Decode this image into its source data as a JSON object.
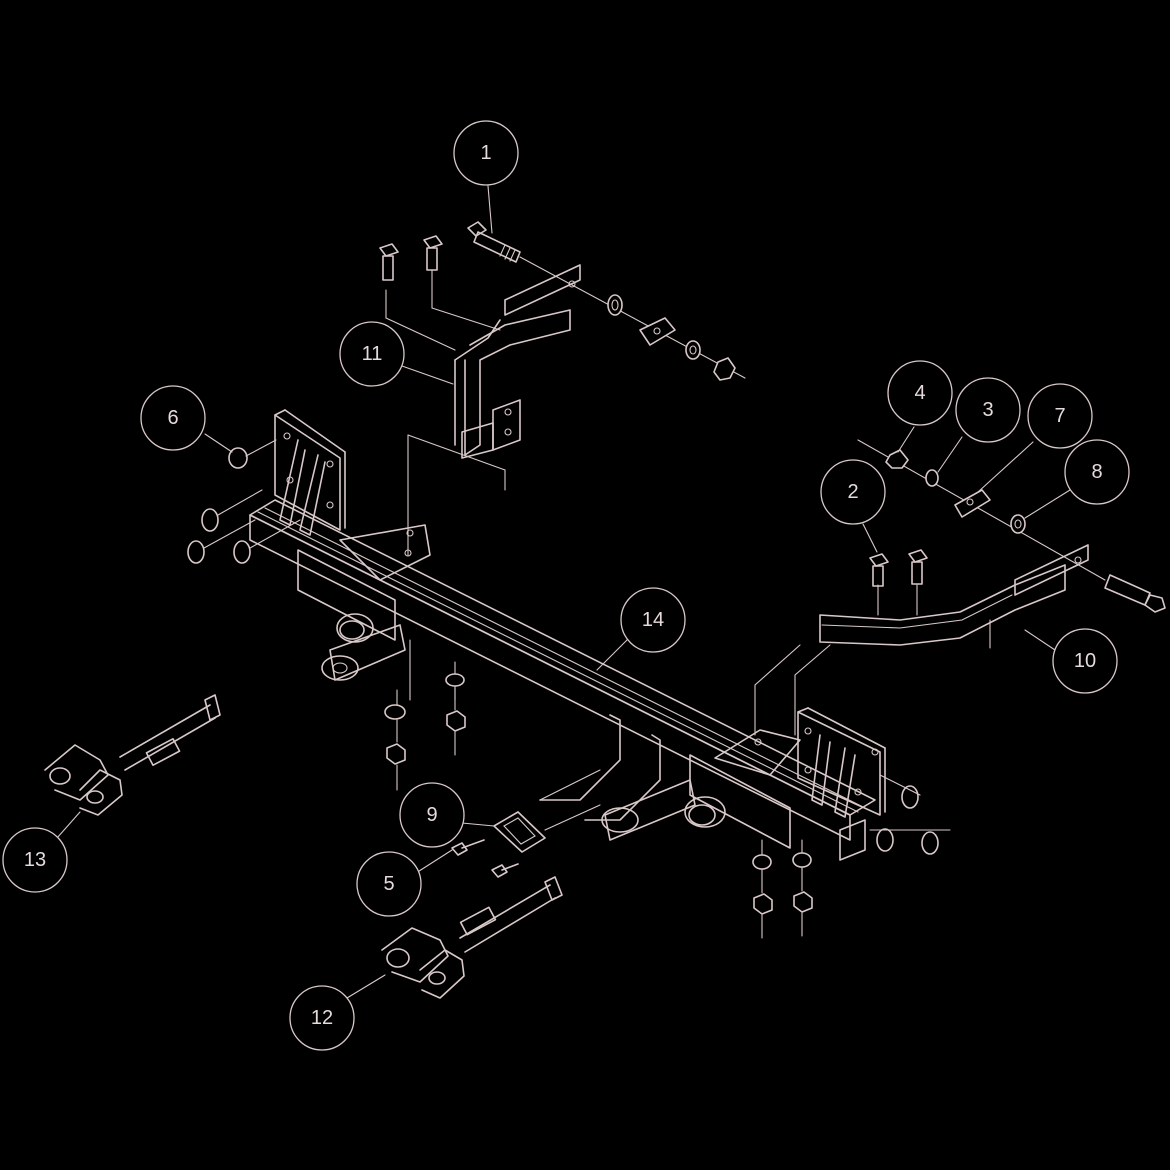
{
  "colors": {
    "background": "#000000",
    "line": "#d9c8c8",
    "label": "#e6dada"
  },
  "callouts": [
    {
      "id": "callout-1",
      "number": "1"
    },
    {
      "id": "callout-2",
      "number": "2"
    },
    {
      "id": "callout-3",
      "number": "3"
    },
    {
      "id": "callout-4",
      "number": "4"
    },
    {
      "id": "callout-5",
      "number": "5"
    },
    {
      "id": "callout-6",
      "number": "6"
    },
    {
      "id": "callout-7",
      "number": "7"
    },
    {
      "id": "callout-8",
      "number": "8"
    },
    {
      "id": "callout-9",
      "number": "9"
    },
    {
      "id": "callout-10",
      "number": "10"
    },
    {
      "id": "callout-11",
      "number": "11"
    },
    {
      "id": "callout-12",
      "number": "12"
    },
    {
      "id": "callout-13",
      "number": "13"
    },
    {
      "id": "callout-14",
      "number": "14"
    }
  ]
}
